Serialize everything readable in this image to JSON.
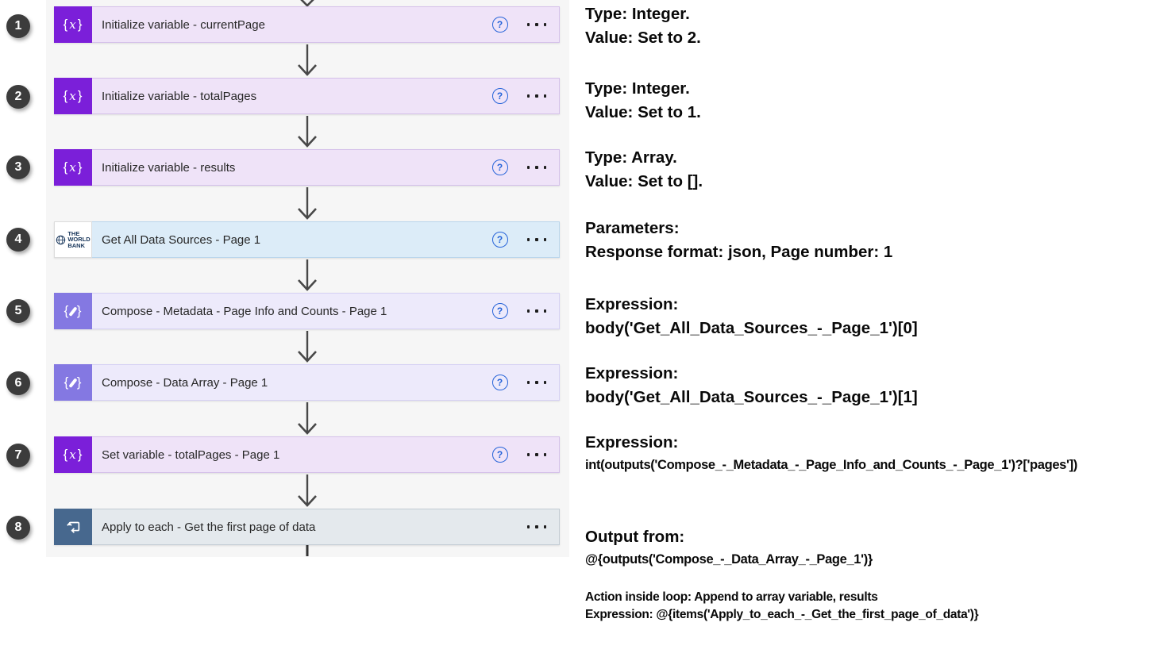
{
  "colors": {
    "variable_accent": "#7b1fd9",
    "compose_accent": "#8478e2",
    "apply_to_each_accent": "#47688e",
    "variable_card_bg": "#efe3f8",
    "compose_card_bg": "#edeafb",
    "worldbank_card_bg": "#dcecf8",
    "apply_to_each_card_bg": "#e4e9ed",
    "help_icon_blue": "#2563d9",
    "canvas_bg": "#f6f6f6",
    "step_badge_bg": "#3c3c3c"
  },
  "icons": {
    "brace_open": "{",
    "brace_close": "}",
    "x_glyph": "x",
    "help_glyph": "?",
    "worldbank_line1": "THE",
    "worldbank_line2": "WORLD",
    "worldbank_line3": "BANK"
  },
  "steps": [
    {
      "number": "1",
      "icon": "variable-icon",
      "title": "Initialize variable - currentPage"
    },
    {
      "number": "2",
      "icon": "variable-icon",
      "title": "Initialize variable - totalPages"
    },
    {
      "number": "3",
      "icon": "variable-icon",
      "title": "Initialize variable - results"
    },
    {
      "number": "4",
      "icon": "worldbank-icon",
      "title": "Get All Data Sources - Page 1"
    },
    {
      "number": "5",
      "icon": "compose-icon",
      "title": "Compose - Metadata - Page Info and Counts - Page 1"
    },
    {
      "number": "6",
      "icon": "compose-icon",
      "title": "Compose - Data Array - Page 1"
    },
    {
      "number": "7",
      "icon": "variable-icon",
      "title": "Set variable - totalPages - Page 1"
    },
    {
      "number": "8",
      "icon": "apply-to-each-icon",
      "title": "Apply to each - Get the first page of data"
    }
  ],
  "annotations": [
    {
      "line1": "Type: Integer.",
      "line2": "Value: Set to 2."
    },
    {
      "line1": "Type: Integer.",
      "line2": "Value: Set to 1."
    },
    {
      "line1": "Type: Array.",
      "line2": "Value: Set to []."
    },
    {
      "line1": "Parameters:",
      "line2": "Response format: json, Page number: 1"
    },
    {
      "line1": "Expression:",
      "line2": "body('Get_All_Data_Sources_-_Page_1')[0]"
    },
    {
      "line1": "Expression:",
      "line2": "body('Get_All_Data_Sources_-_Page_1')[1]"
    },
    {
      "line1": "Expression:",
      "line2": "int(outputs('Compose_-_Metadata_-_Page_Info_and_Counts_-_Page_1')?['pages'])"
    },
    {
      "line1": "Output from:",
      "line2": "@{outputs('Compose_-_Data_Array_-_Page_1')}",
      "line3": "Action inside loop: Append to array variable, results",
      "line4": "Expression: @{items('Apply_to_each_-_Get_the_first_page_of_data')}"
    }
  ]
}
